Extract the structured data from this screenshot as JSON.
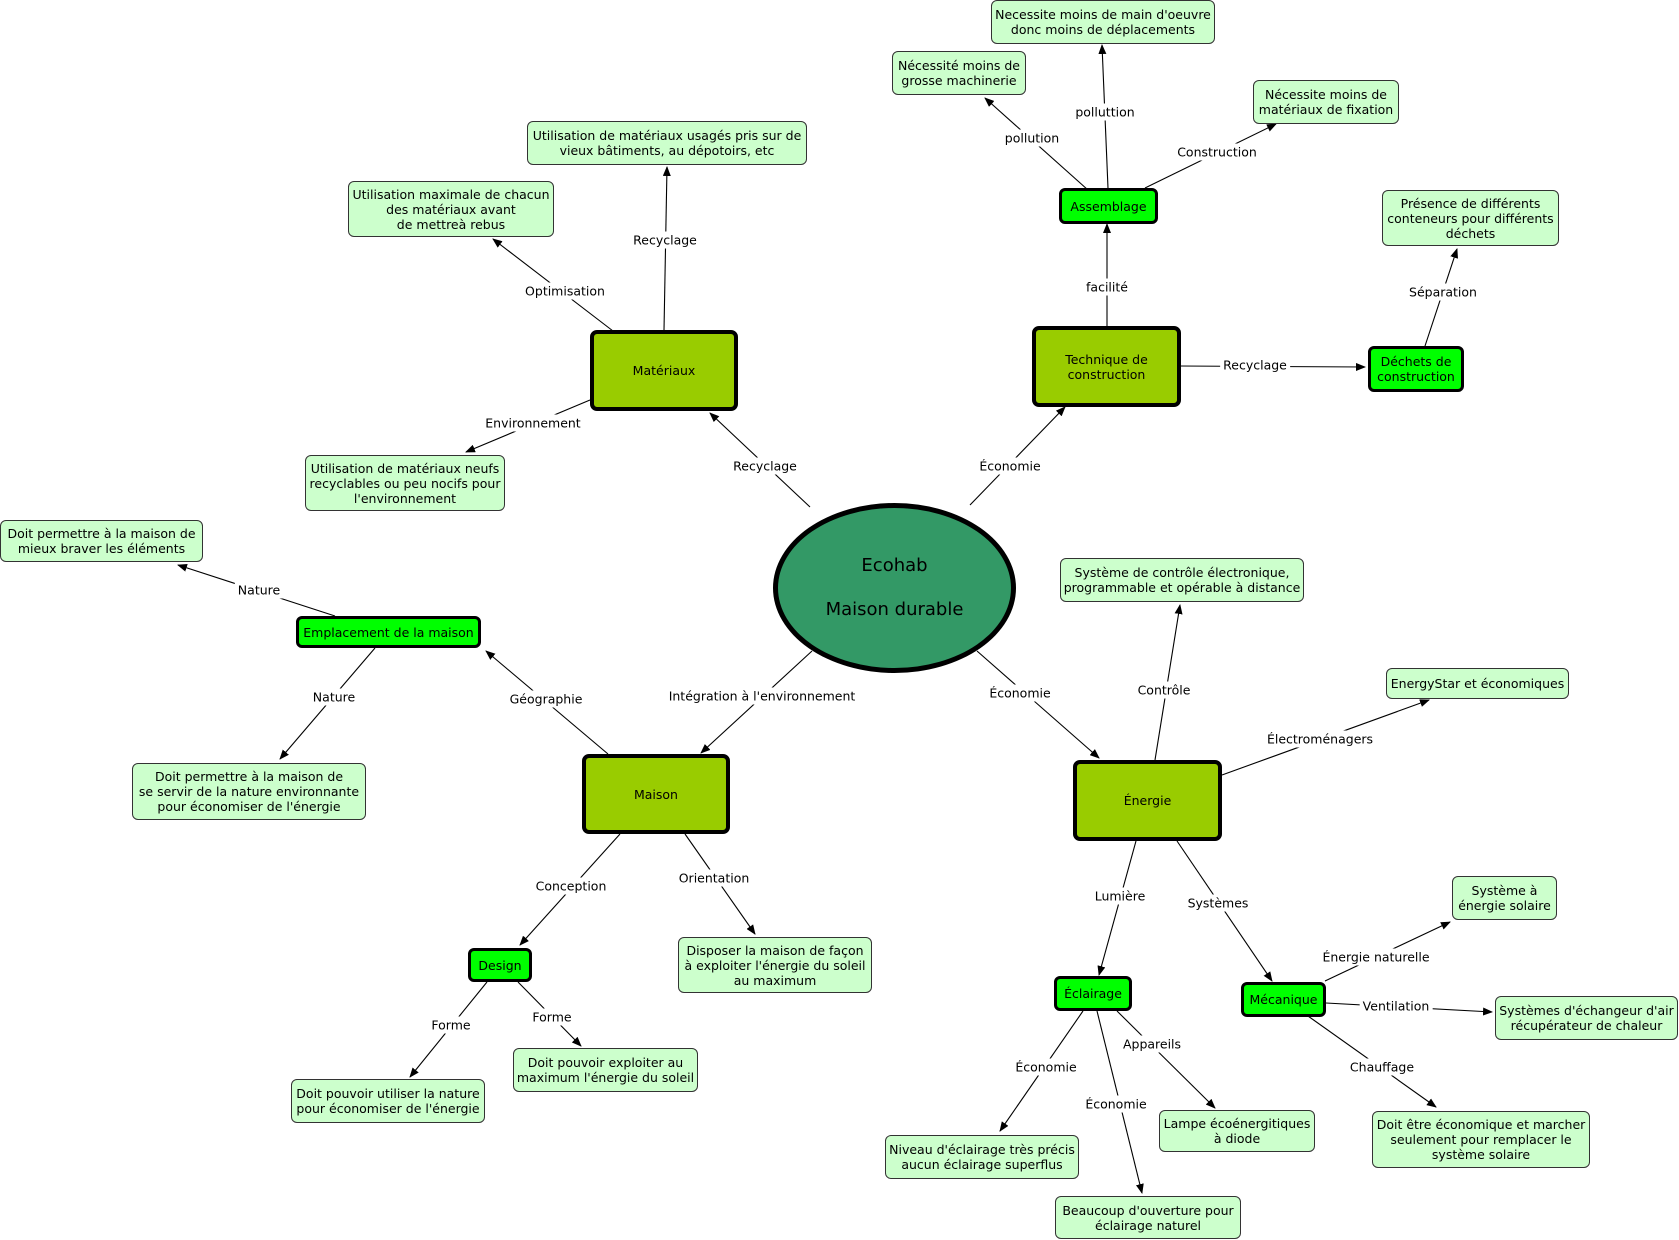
{
  "center": {
    "line1": "Ecohab",
    "line2": "Maison durable"
  },
  "main": {
    "materiaux": "Matériaux",
    "technique": "Technique de\nconstruction",
    "maison": "Maison",
    "energie": "Énergie"
  },
  "sub": {
    "assemblage": "Assemblage",
    "dechets": "Déchets de\nconstruction",
    "emplacement": "Emplacement de la maison",
    "design": "Design",
    "eclairage": "Éclairage",
    "mecanique": "Mécanique"
  },
  "leaf": {
    "main_oeuvre": "Necessite moins de main d'oeuvre\ndonc moins de déplacements",
    "machinerie": "Nécessité moins de\ngrosse machinerie",
    "fixation": "Nécessite moins de\nmatériaux de fixation",
    "conteneurs": "Présence de différents\nconteneurs pour différents\ndéchets",
    "usages": "Utilisation de matériaux usagés pris sur de\nvieux bâtiments, au dépotoirs, etc",
    "maximale": "Utilisation maximale de chacun\ndes matériaux avant\nde mettreà rebus",
    "neufs": "Utilisation de matériaux neufs\nrecyclables ou peu nocifs pour\nl'environnement",
    "braver": "Doit permettre à la maison de\nmieux braver les éléments",
    "servir": "Doit permettre à la maison de\nse servir de la nature environnante\npour économiser de l'énergie",
    "disposer": "Disposer la maison de façon\nà exploiter l'énergie du soleil\nau maximum",
    "utiliser_nature": "Doit pouvoir utiliser la nature\npour économiser de l'énergie",
    "exploiter_soleil": "Doit pouvoir exploiter au\nmaximum l'énergie du soleil",
    "controle": "Système de contrôle  électronique,\nprogrammable et opérable à distance",
    "energystar": "EnergyStar et économiques",
    "solaire": "Système à\nénergie solaire",
    "echangeur": "Systèmes d'échangeur d'air\nrécupérateur de chaleur",
    "chauffage": "Doit être économique et marcher\nseulement pour remplacer le\nsystème solaire",
    "lampe": "Lampe écoénergitiques\nà diode",
    "niveau": "Niveau d'éclairage très précis\naucun éclairage superflus",
    "ouverture": "Beaucoup d'ouverture pour\néclairage naturel"
  },
  "links": {
    "pollution1": "pollution",
    "pollution2": "polluttion",
    "construction": "Construction",
    "facilite": "facilité",
    "recyclage_tech": "Recyclage",
    "separation": "Séparation",
    "economie_tech": "Économie",
    "recyclage_mat": "Recyclage",
    "optimisation": "Optimisation",
    "recyclage_center": "Recyclage",
    "environnement": "Environnement",
    "nature1": "Nature",
    "nature2": "Nature",
    "geographie": "Géographie",
    "integration": "Intégration à l'environnement",
    "conception": "Conception",
    "orientation": "Orientation",
    "forme1": "Forme",
    "forme2": "Forme",
    "economie_energie": "Économie",
    "controle": "Contrôle",
    "electromenagers": "Électroménagers",
    "lumiere": "Lumière",
    "systemes": "Systèmes",
    "energie_naturelle": "Énergie naturelle",
    "ventilation": "Ventilation",
    "chauffage": "Chauffage",
    "appareils": "Appareils",
    "economie_ecl1": "Économie",
    "economie_ecl2": "Économie"
  }
}
